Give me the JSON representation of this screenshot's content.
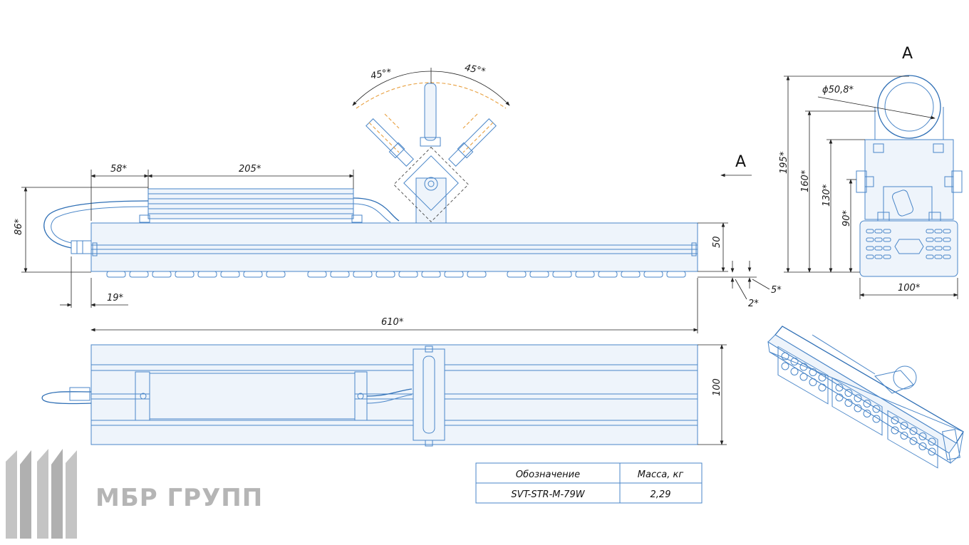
{
  "dimensions": {
    "d58": "58*",
    "d205": "205*",
    "d86": "86*",
    "d50": "50",
    "d19": "19*",
    "d610": "610*",
    "d5": "5*",
    "d2": "2*",
    "d100_top": "100",
    "angle_left": "45°*",
    "angle_right": "45°*",
    "d195": "195*",
    "d160": "160*",
    "d130": "130*",
    "d90": "90*",
    "d100_side": "100*",
    "diameter": "ϕ50,8*"
  },
  "view_labels": {
    "section_a_marker": "А",
    "section_a_title": "А"
  },
  "spec_table": {
    "header": [
      "Обозначение",
      "Масса, кг"
    ],
    "row": [
      "SVT-STR-M-79W",
      "2,29"
    ]
  },
  "logo": {
    "text": "МБР ГРУПП"
  },
  "colors": {
    "line_blue": "#4a86c8",
    "dim_black": "#1a1a1a",
    "bracket_orange": "#e8a040",
    "logo_gray": "#b5b5b5"
  }
}
